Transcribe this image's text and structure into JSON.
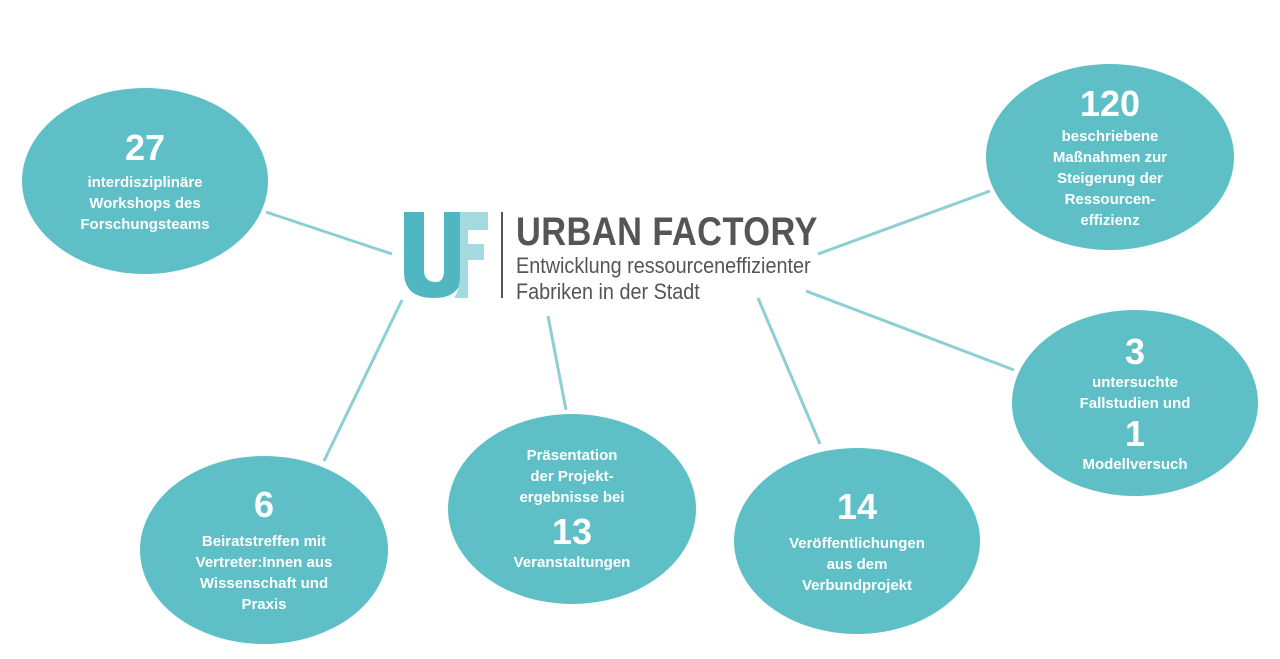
{
  "logo": {
    "mark": "UF",
    "title": "URBAN FACTORY",
    "subtitle_line1": "Entwicklung ressourceneffizienter",
    "subtitle_line2": "Fabriken in der Stadt"
  },
  "bubbles": {
    "workshops": {
      "number": "27",
      "text": "interdisziplinäre\nWorkshops des\nForschungsteams"
    },
    "measures": {
      "number": "120",
      "text": "beschriebene\nMaßnahmen zur\nSteigerung der\nRessourcen-\neffizienz"
    },
    "case_studies": {
      "number": "3",
      "text": "untersuchte\nFallstudien und",
      "number2": "1",
      "text2": "Modellversuch"
    },
    "advisory": {
      "number": "6",
      "text": "Beiratstreffen mit\nVertreter:Innen aus\nWissenschaft und\nPraxis"
    },
    "events": {
      "text_before": "Präsentation\nder Projekt-\nergebnisse bei",
      "number": "13",
      "text": "Veranstaltungen"
    },
    "publications": {
      "number": "14",
      "text": "Veröffentlichungen\naus dem\nVerbundprojekt"
    }
  },
  "colors": {
    "bubble": "#5fbfc6",
    "connector": "#8ccfd4",
    "logo_text": "#555555",
    "logo_u": "#4fb6c2",
    "logo_f": "#a5dbe0"
  }
}
